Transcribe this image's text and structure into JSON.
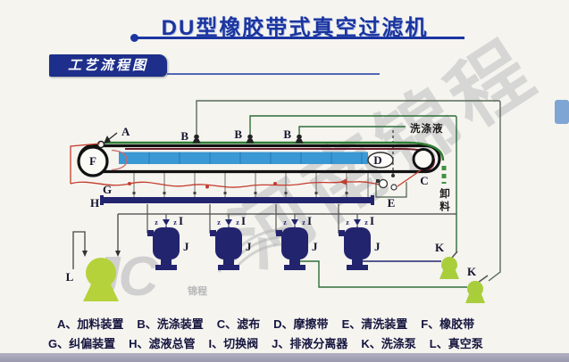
{
  "title": "DU型橡胶带式真空过滤机",
  "section_label": "工艺流程图",
  "watermarks": {
    "diagonal": "河南锦程",
    "logo": "JC",
    "logo_sub": "锦程"
  },
  "diagram": {
    "labels": {
      "A": "A",
      "B": "B",
      "C": "C",
      "D": "D",
      "E": "E",
      "F": "F",
      "G": "G",
      "H": "H",
      "I": "I",
      "J": "J",
      "K": "K",
      "L": "L"
    },
    "wash_liquid": "洗涤液",
    "discharge": "卸料",
    "valve_glyph": "z"
  },
  "legend": {
    "row1": [
      "A、加料装置",
      "B、洗涤装置",
      "C、滤布",
      "D、摩擦带",
      "E、清洗装置",
      "F、橡胶带"
    ],
    "row2": [
      "G、纠偏装置",
      "H、滤液总管",
      "I、切换阀",
      "J、排液分离器",
      "K、洗涤泵",
      "L、真空泵"
    ]
  },
  "colors": {
    "title_blue": "#1b35a0",
    "banner_navy": "#1d2f8a",
    "machine_green": "#2e7d32",
    "slurry_blue": "#3a98d4",
    "cloth_red": "#c43b2c",
    "vessel_navy": "#23246e",
    "pump_green": "#a9ce3c",
    "belt_dark_red": "#6e1f2e"
  }
}
